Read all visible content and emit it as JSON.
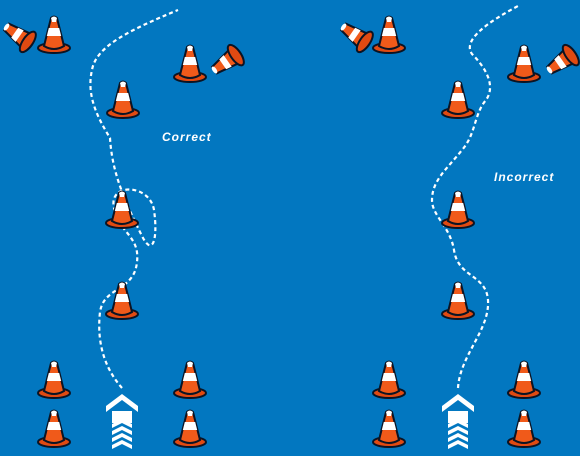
{
  "labels": {
    "correct": "Correct",
    "incorrect": "Incorrect"
  },
  "colors": {
    "background": "#0277c0",
    "cone_orange": "#f05a1a",
    "cone_white": "#ffffff",
    "cone_base": "#e04a12",
    "outline": "#0b1424",
    "path_line": "#ffffff",
    "label_text": "#ffffff",
    "arrow": "#ffffff"
  },
  "icons": {
    "cone": "traffic-cone-icon",
    "knocked_cone": "knocked-over-cone-icon",
    "start_arrow": "up-chevron-arrow-icon"
  },
  "panels": [
    {
      "name": "correct",
      "path_style": "dashed"
    },
    {
      "name": "incorrect",
      "path_style": "dashed"
    }
  ]
}
